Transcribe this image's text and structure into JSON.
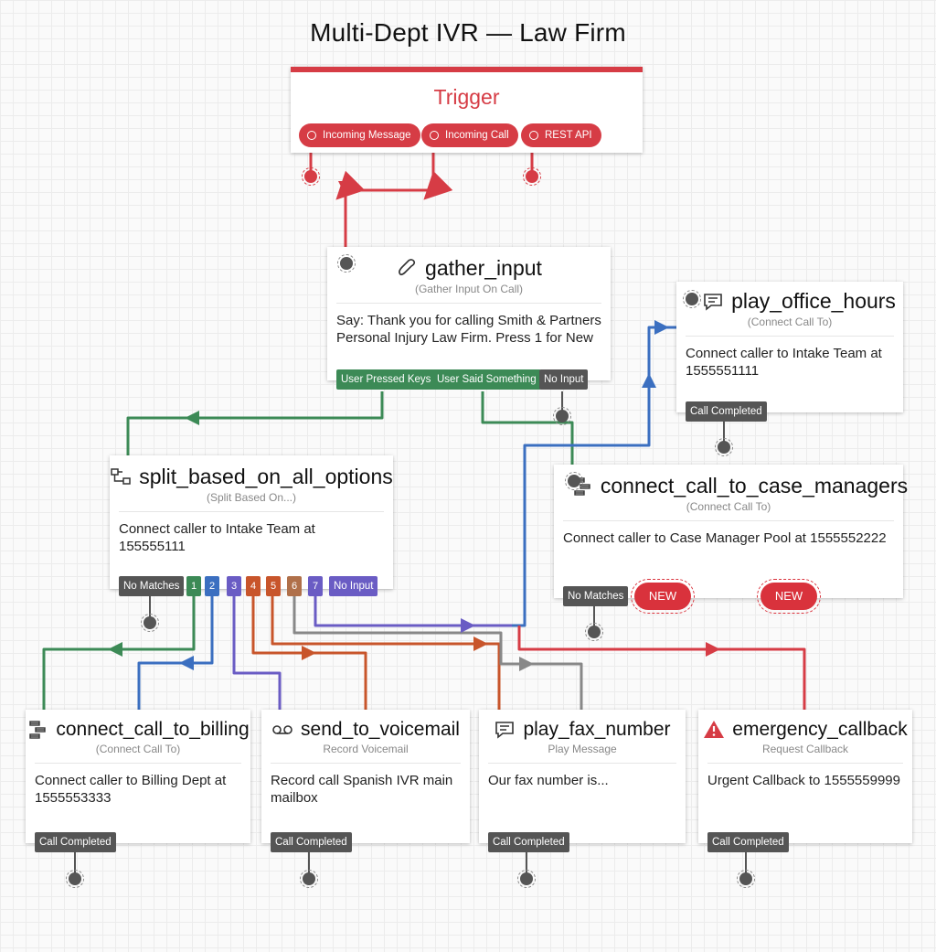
{
  "title": "Multi-Dept IVR — Law Firm",
  "colors": {
    "red": "#d63c45",
    "green": "#3c8a56",
    "blue": "#3b6fc0",
    "purple": "#6a5cc4",
    "orange": "#c8552b",
    "brown": "#b0704a",
    "gray": "#666666"
  },
  "trigger": {
    "title": "Trigger",
    "pills": [
      "Incoming Message",
      "Incoming Call",
      "REST API"
    ]
  },
  "nodes": {
    "gather_input": {
      "icon": "phone-icon",
      "title": "gather_input",
      "subtitle": "(Gather Input On Call)",
      "body": "Say: Thank you for calling Smith & Partners Personal Injury Law Firm. Press 1 for New",
      "exits": [
        "User Pressed Keys",
        "User Said Something",
        "No Input"
      ]
    },
    "play_office_hours": {
      "icon": "message-icon",
      "title": "play_office_hours",
      "subtitle": "(Connect Call To)",
      "body": "Connect caller to Intake Team at 1555551111",
      "exits": [
        "Call Completed"
      ]
    },
    "split_based_on_all_options": {
      "icon": "split-icon",
      "title": "split_based_on_all_options",
      "subtitle": "(Split Based On...)",
      "body": "Connect caller to Intake Team at 155555111",
      "exits": [
        "No Matches",
        "1",
        "2",
        "3",
        "4",
        "5",
        "6",
        "7",
        "No Input"
      ]
    },
    "connect_call_to_case_managers": {
      "icon": "connect-icon",
      "title": "connect_call_to_case_managers",
      "subtitle": "(Connect Call To)",
      "body": "Connect caller to Case Manager Pool at 1555552222",
      "exits": [
        "No Matches"
      ],
      "new_buttons": [
        "NEW",
        "NEW"
      ]
    },
    "connect_call_to_billing": {
      "icon": "connect-icon",
      "title": "connect_call_to_billing",
      "subtitle": "(Connect Call To)",
      "body": "Connect caller to Billing Dept at 1555553333",
      "exits": [
        "Call Completed"
      ]
    },
    "send_to_voicemail": {
      "icon": "voicemail-icon",
      "title": "send_to_voicemail",
      "subtitle": "Record Voicemail",
      "body": "Record call  Spanish IVR main mailbox",
      "exits": [
        "Call Completed"
      ]
    },
    "play_fax_number": {
      "icon": "message-icon",
      "title": "play_fax_number",
      "subtitle": "Play Message",
      "body": "Our fax number is...",
      "exits": [
        "Call Completed"
      ]
    },
    "emergency_callback": {
      "icon": "alert-icon",
      "title": "emergency_callback",
      "subtitle": "Request Callback",
      "body": "Urgent Callback to 1555559999",
      "exits": [
        "Call Completed"
      ]
    }
  }
}
